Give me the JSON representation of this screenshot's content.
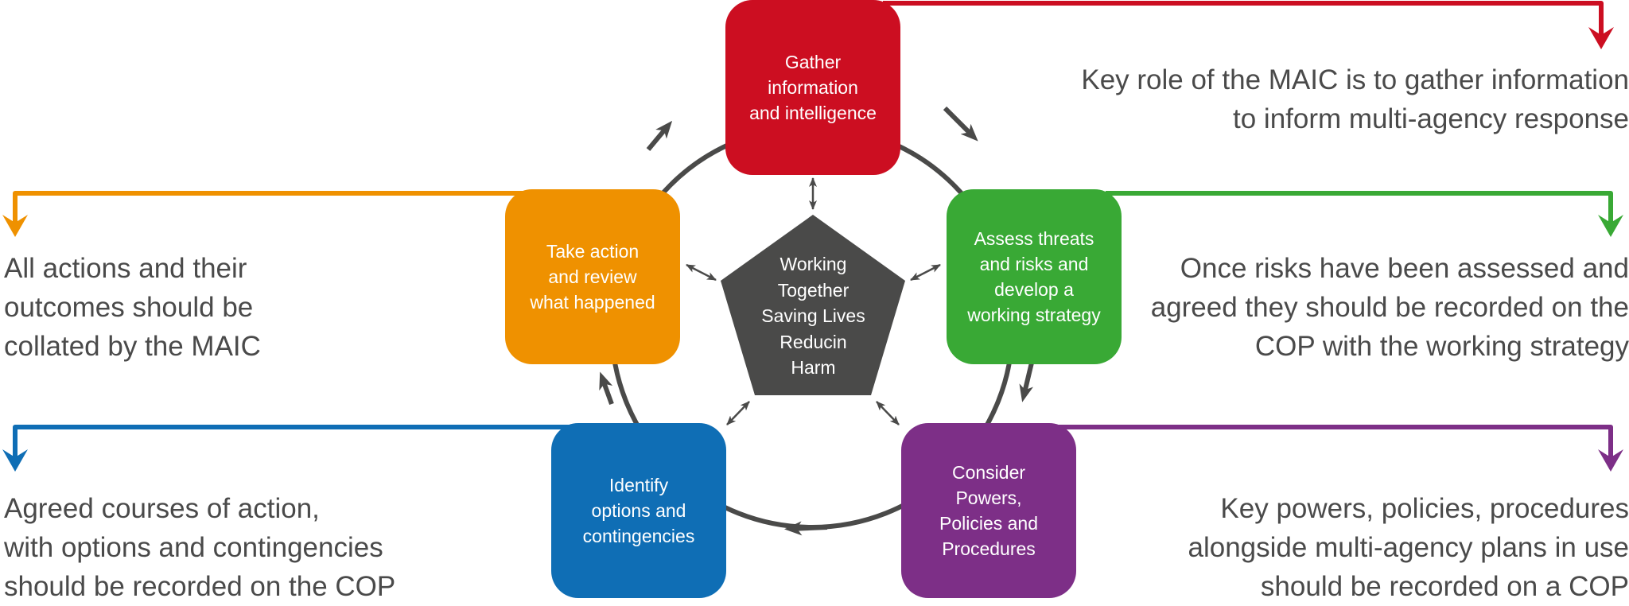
{
  "colors": {
    "red": "#cc0e21",
    "green": "#39a935",
    "purple": "#7d2f87",
    "blue": "#0f6eb5",
    "orange": "#ef9100",
    "dark": "#4a4a49",
    "text": "#4a4a4a"
  },
  "center": {
    "text": "Working\nTogether\nSaving Lives\nReducin\nHarm"
  },
  "steps": [
    {
      "id": "gather",
      "label": "Gather\ninformation\nand intelligence",
      "color": "#cc0e21"
    },
    {
      "id": "assess",
      "label": "Assess threats\nand risks and\ndevelop a\nworking strategy",
      "color": "#39a935"
    },
    {
      "id": "consider",
      "label": "Consider\nPowers,\nPolicies and\nProcedures",
      "color": "#7d2f87"
    },
    {
      "id": "identify",
      "label": "Identify\noptions and\ncontingencies",
      "color": "#0f6eb5"
    },
    {
      "id": "take-action",
      "label": "Take action\nand review\nwhat happened",
      "color": "#ef9100"
    }
  ],
  "notes": {
    "gather": "Key role of the MAIC is to gather information\nto inform multi-agency response",
    "assess": "Once risks have been assessed and\nagreed they should be recorded on the\nCOP with the working strategy",
    "consider": "Key powers, policies, procedures\nalongside multi-agency plans in use\nshould be recorded on a COP",
    "identify": "Agreed courses of action,\nwith options and contingencies\nshould be recorded on the COP",
    "take-action": "All actions and their\noutcomes should be\ncollated by the MAIC"
  }
}
